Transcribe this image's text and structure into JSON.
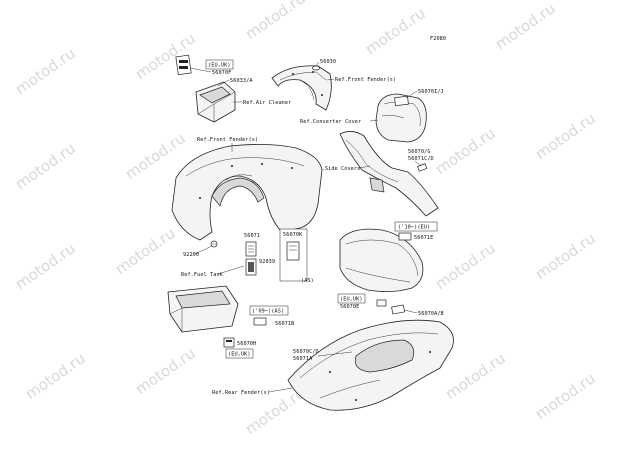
{
  "diagram_code": "F2080",
  "watermark_text": "motod.ru",
  "labels": {
    "eu_uk_1": "(EU,UK)",
    "p56070F": "56070F",
    "p56033A": "56033/A",
    "ref_air_cleaner": "Ref.Air Cleaner",
    "p56030": "56030",
    "ref_front_fender_top": "Ref.Front Fender(s)",
    "p56070I_J": "56070I/J",
    "ref_converter_cover": "Ref.Converter Cover",
    "ref_front_fender_left": "Ref.Front Fender(s)",
    "p56070G": "56070/G",
    "p56071C_D": "56071C/D",
    "ref_side_covers": "Ref.Side Covers",
    "p56070K": "56070K",
    "as_1": "(AS)",
    "p56071": "56071",
    "p92039": "92039",
    "p92200": "92200",
    "ref_fuel_tank": "Ref.Fuel Tank",
    "eu_10": "('10~)(EU)",
    "p56071E": "56071E",
    "eu_uk_2": "(EU,UK)",
    "p56070E": "56070E",
    "p56070A_B": "56070A/B",
    "as_09": "('09~)(AS)",
    "p56071B": "56071B",
    "p56070H": "56070H",
    "eu_uk_3": "(EU,UK)",
    "p56070C_D": "56070C/D",
    "p56071A": "56071A",
    "ref_rear_fender": "Ref.Rear Fender(s)"
  }
}
